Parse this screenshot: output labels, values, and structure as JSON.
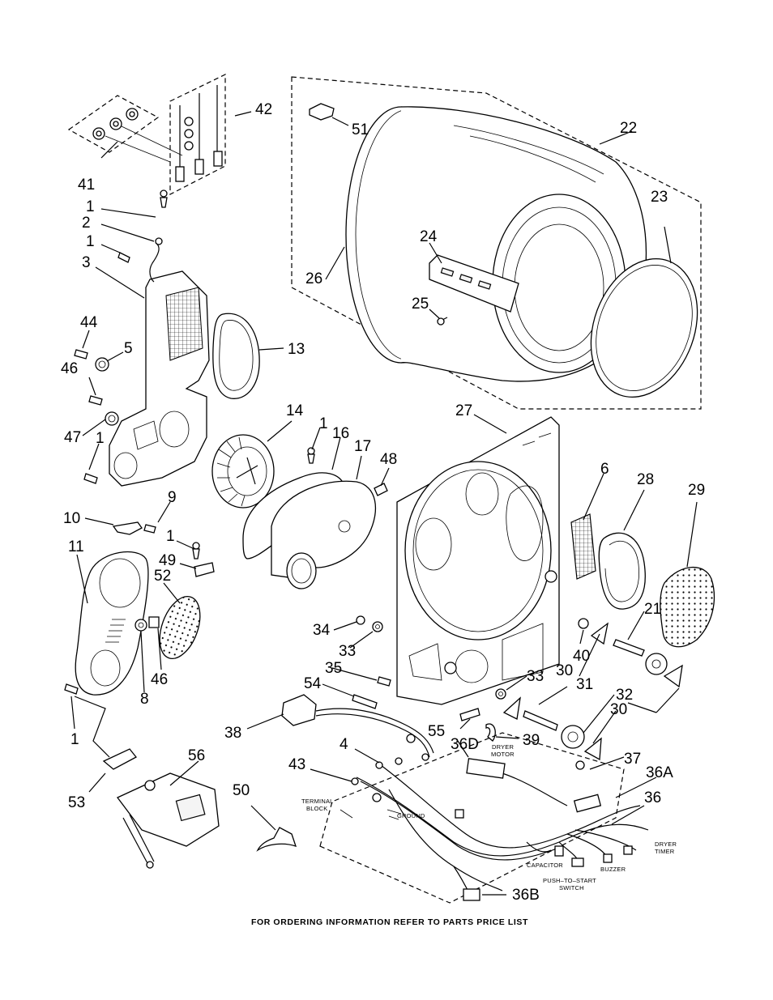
{
  "callouts": [
    {
      "id": "c41",
      "text": "41"
    },
    {
      "id": "c42",
      "text": "42"
    },
    {
      "id": "c51",
      "text": "51"
    },
    {
      "id": "c22",
      "text": "22"
    },
    {
      "id": "c1a",
      "text": "1"
    },
    {
      "id": "c2",
      "text": "2"
    },
    {
      "id": "c1b",
      "text": "1"
    },
    {
      "id": "c3",
      "text": "3"
    },
    {
      "id": "c24",
      "text": "24"
    },
    {
      "id": "c23",
      "text": "23"
    },
    {
      "id": "c26",
      "text": "26"
    },
    {
      "id": "c25",
      "text": "25"
    },
    {
      "id": "c44",
      "text": "44"
    },
    {
      "id": "c5",
      "text": "5"
    },
    {
      "id": "c13",
      "text": "13"
    },
    {
      "id": "c46a",
      "text": "46"
    },
    {
      "id": "c47",
      "text": "47"
    },
    {
      "id": "c14",
      "text": "14"
    },
    {
      "id": "c27",
      "text": "27"
    },
    {
      "id": "c1c",
      "text": "1"
    },
    {
      "id": "c1d",
      "text": "1"
    },
    {
      "id": "c16",
      "text": "16"
    },
    {
      "id": "c17",
      "text": "17"
    },
    {
      "id": "c48",
      "text": "48"
    },
    {
      "id": "c6",
      "text": "6"
    },
    {
      "id": "c28",
      "text": "28"
    },
    {
      "id": "c29",
      "text": "29"
    },
    {
      "id": "c9",
      "text": "9"
    },
    {
      "id": "c10",
      "text": "10"
    },
    {
      "id": "c11",
      "text": "11"
    },
    {
      "id": "c1e",
      "text": "1"
    },
    {
      "id": "c49",
      "text": "49"
    },
    {
      "id": "c52",
      "text": "52"
    },
    {
      "id": "c21",
      "text": "21"
    },
    {
      "id": "c34",
      "text": "34"
    },
    {
      "id": "c33a",
      "text": "33"
    },
    {
      "id": "c40",
      "text": "40"
    },
    {
      "id": "c35",
      "text": "35"
    },
    {
      "id": "c33b",
      "text": "33"
    },
    {
      "id": "c30a",
      "text": "30"
    },
    {
      "id": "c8",
      "text": "8"
    },
    {
      "id": "c46b",
      "text": "46"
    },
    {
      "id": "c54",
      "text": "54"
    },
    {
      "id": "c31",
      "text": "31"
    },
    {
      "id": "c32",
      "text": "32"
    },
    {
      "id": "c30b",
      "text": "30"
    },
    {
      "id": "c38",
      "text": "38"
    },
    {
      "id": "c55",
      "text": "55"
    },
    {
      "id": "c39",
      "text": "39"
    },
    {
      "id": "c1f",
      "text": "1"
    },
    {
      "id": "c4",
      "text": "4"
    },
    {
      "id": "c36d",
      "text": "36D"
    },
    {
      "id": "c37",
      "text": "37"
    },
    {
      "id": "c36a",
      "text": "36A"
    },
    {
      "id": "c43",
      "text": "43"
    },
    {
      "id": "c56",
      "text": "56"
    },
    {
      "id": "c50",
      "text": "50"
    },
    {
      "id": "c36",
      "text": "36"
    },
    {
      "id": "c53",
      "text": "53"
    },
    {
      "id": "c36b",
      "text": "36B"
    }
  ],
  "wire_labels": {
    "dryer_motor_1": "DRYER",
    "dryer_motor_2": "MOTOR",
    "terminal_block_1": "TERMINAL",
    "terminal_block_2": "BLOCK",
    "ground": "GROUND",
    "capacitor": "CAPACITOR",
    "buzzer": "BUZZER",
    "dryer_timer_1": "DRYER",
    "dryer_timer_2": "TIMER",
    "push_to_start_1": "PUSH–TO–START",
    "push_to_start_2": "SWITCH"
  },
  "footer": "FOR ORDERING INFORMATION REFER TO PARTS PRICE LIST"
}
